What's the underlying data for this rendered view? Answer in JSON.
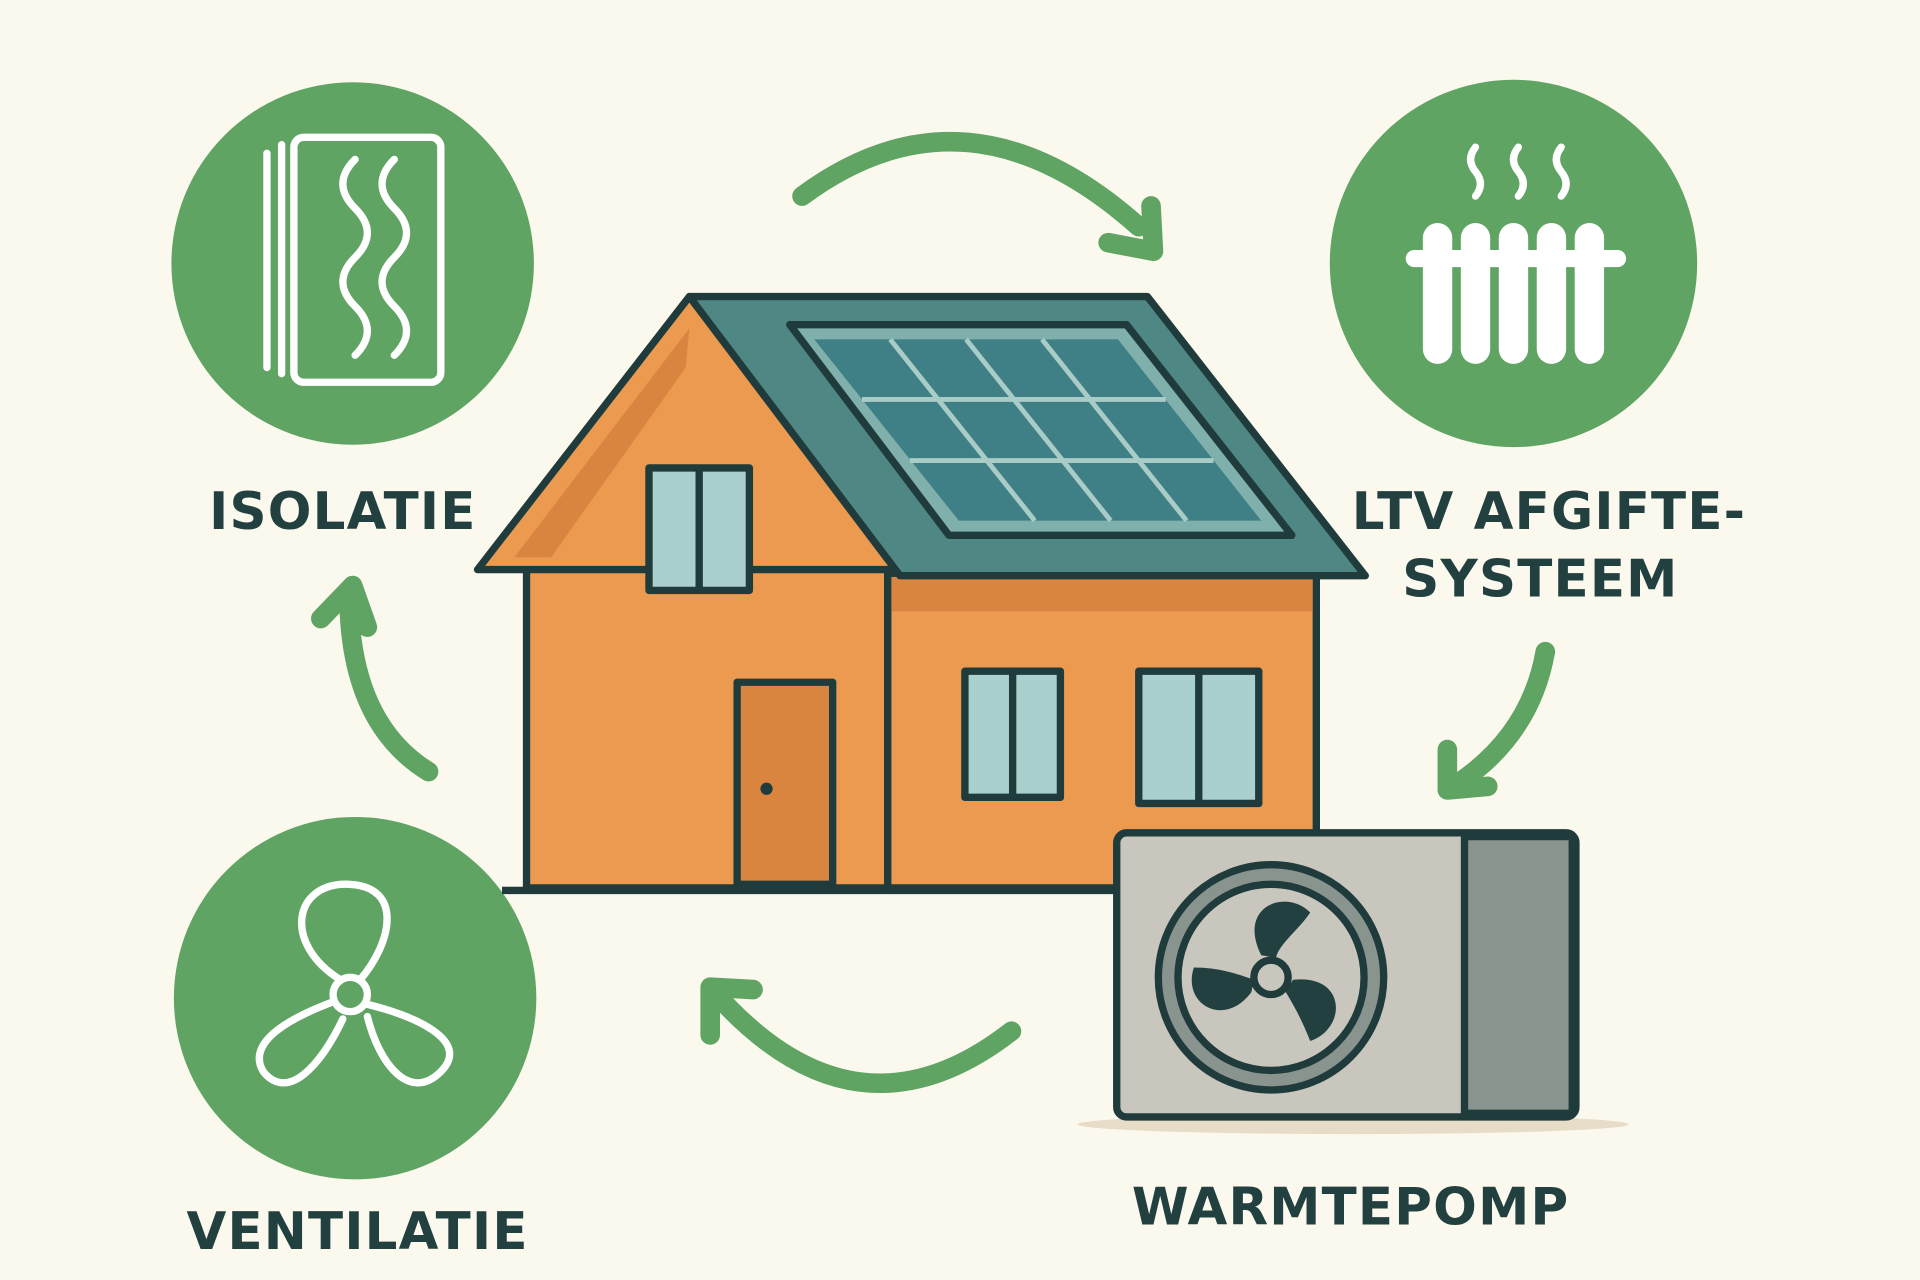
{
  "labels": {
    "insulation": "ISOLATIE",
    "ltv_line1": "LTV AFGIFTE-",
    "ltv_line2": "SYSTEEM",
    "ventilation": "VENTILATIE",
    "heat_pump": "WARMTEPOMP"
  },
  "colors": {
    "background": "#fbf8ee",
    "green": "#5fa463",
    "house_orange": "#ec9a50",
    "roof_teal": "#4f8785",
    "text_dark": "#22403f"
  },
  "icons": [
    "insulation-icon",
    "radiator-icon",
    "ventilation-fan-icon",
    "heat-pump-icon",
    "solar-panel-icon",
    "house-icon",
    "cycle-arrow-icon"
  ]
}
